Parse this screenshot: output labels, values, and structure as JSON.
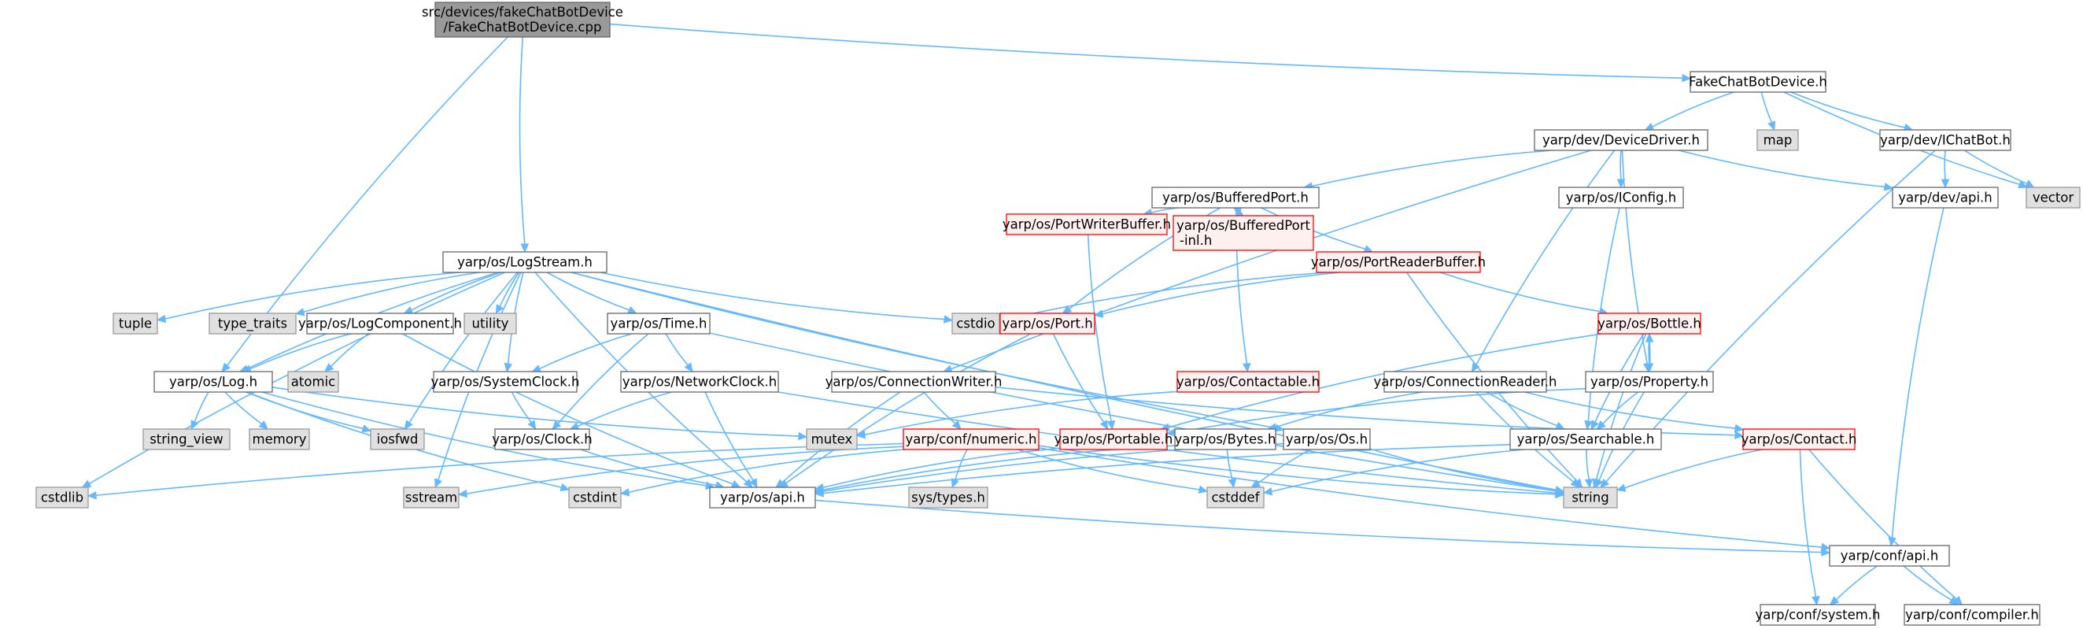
{
  "colors": {
    "edge": "#63b8ff",
    "root_fill": "#999999",
    "normal_fill": "#ffffff",
    "normal_stroke": "#666666",
    "system_fill": "#e0e0e0",
    "system_stroke": "#999999",
    "truncated_fill": "#fff0f0",
    "truncated_stroke": "#ff0000"
  },
  "nodes": {
    "root": {
      "kind": "root",
      "lines": [
        "src/devices/fakeChatBotDevice",
        "/FakeChatBotDevice.cpp"
      ]
    },
    "fcbd_h": {
      "kind": "normal",
      "lines": [
        "FakeChatBotDevice.h"
      ]
    },
    "devicedriver": {
      "kind": "normal",
      "lines": [
        "yarp/dev/DeviceDriver.h"
      ]
    },
    "map": {
      "kind": "system",
      "lines": [
        "map"
      ]
    },
    "ichatbot": {
      "kind": "normal",
      "lines": [
        "yarp/dev/IChatBot.h"
      ]
    },
    "vector": {
      "kind": "system",
      "lines": [
        "vector"
      ]
    },
    "bufferedport": {
      "kind": "normal",
      "lines": [
        "yarp/os/BufferedPort.h"
      ]
    },
    "iconfig": {
      "kind": "normal",
      "lines": [
        "yarp/os/IConfig.h"
      ]
    },
    "devapi": {
      "kind": "normal",
      "lines": [
        "yarp/dev/api.h"
      ]
    },
    "logstream": {
      "kind": "normal",
      "lines": [
        "yarp/os/LogStream.h"
      ]
    },
    "portwriterbuffer": {
      "kind": "truncated",
      "lines": [
        "yarp/os/PortWriterBuffer.h"
      ]
    },
    "bufferedportinl": {
      "kind": "truncated",
      "lines": [
        "yarp/os/BufferedPort",
        "-inl.h"
      ]
    },
    "portreaderbuffer": {
      "kind": "truncated",
      "lines": [
        "yarp/os/PortReaderBuffer.h"
      ]
    },
    "tuple": {
      "kind": "system",
      "lines": [
        "tuple"
      ]
    },
    "type_traits": {
      "kind": "system",
      "lines": [
        "type_traits"
      ]
    },
    "logcomponent": {
      "kind": "normal",
      "lines": [
        "yarp/os/LogComponent.h"
      ]
    },
    "utility": {
      "kind": "system",
      "lines": [
        "utility"
      ]
    },
    "time": {
      "kind": "normal",
      "lines": [
        "yarp/os/Time.h"
      ]
    },
    "cstdio": {
      "kind": "system",
      "lines": [
        "cstdio"
      ]
    },
    "port": {
      "kind": "truncated",
      "lines": [
        "yarp/os/Port.h"
      ]
    },
    "bottle": {
      "kind": "truncated",
      "lines": [
        "yarp/os/Bottle.h"
      ]
    },
    "atomic": {
      "kind": "system",
      "lines": [
        "atomic"
      ]
    },
    "log": {
      "kind": "normal",
      "lines": [
        "yarp/os/Log.h"
      ]
    },
    "systemclock": {
      "kind": "normal",
      "lines": [
        "yarp/os/SystemClock.h"
      ]
    },
    "networkclock": {
      "kind": "normal",
      "lines": [
        "yarp/os/NetworkClock.h"
      ]
    },
    "connectionwriter": {
      "kind": "normal",
      "lines": [
        "yarp/os/ConnectionWriter.h"
      ]
    },
    "contactable": {
      "kind": "truncated",
      "lines": [
        "yarp/os/Contactable.h"
      ]
    },
    "connectionreader": {
      "kind": "normal",
      "lines": [
        "yarp/os/ConnectionReader.h"
      ]
    },
    "property": {
      "kind": "normal",
      "lines": [
        "yarp/os/Property.h"
      ]
    },
    "string_view": {
      "kind": "system",
      "lines": [
        "string_view"
      ]
    },
    "memory": {
      "kind": "system",
      "lines": [
        "memory"
      ]
    },
    "iosfwd": {
      "kind": "system",
      "lines": [
        "iosfwd"
      ]
    },
    "clock": {
      "kind": "normal",
      "lines": [
        "yarp/os/Clock.h"
      ]
    },
    "mutex": {
      "kind": "system",
      "lines": [
        "mutex"
      ]
    },
    "numeric": {
      "kind": "truncated",
      "lines": [
        "yarp/conf/numeric.h"
      ]
    },
    "portable": {
      "kind": "truncated",
      "lines": [
        "yarp/os/Portable.h"
      ]
    },
    "bytes": {
      "kind": "normal",
      "lines": [
        "yarp/os/Bytes.h"
      ]
    },
    "os": {
      "kind": "normal",
      "lines": [
        "yarp/os/Os.h"
      ]
    },
    "searchable": {
      "kind": "normal",
      "lines": [
        "yarp/os/Searchable.h"
      ]
    },
    "contact": {
      "kind": "truncated",
      "lines": [
        "yarp/os/Contact.h"
      ]
    },
    "cstdlib": {
      "kind": "system",
      "lines": [
        "cstdlib"
      ]
    },
    "sstream": {
      "kind": "system",
      "lines": [
        "sstream"
      ]
    },
    "cstdint": {
      "kind": "system",
      "lines": [
        "cstdint"
      ]
    },
    "osapi": {
      "kind": "normal",
      "lines": [
        "yarp/os/api.h"
      ]
    },
    "systypes": {
      "kind": "system",
      "lines": [
        "sys/types.h"
      ]
    },
    "cstddef": {
      "kind": "system",
      "lines": [
        "cstddef"
      ]
    },
    "string": {
      "kind": "system",
      "lines": [
        "string"
      ]
    },
    "confapi": {
      "kind": "normal",
      "lines": [
        "yarp/conf/api.h"
      ]
    },
    "system": {
      "kind": "normal",
      "lines": [
        "yarp/conf/system.h"
      ]
    },
    "compiler": {
      "kind": "normal",
      "lines": [
        "yarp/conf/compiler.h"
      ]
    }
  },
  "edges": [
    [
      "root",
      "fcbd_h"
    ],
    [
      "root",
      "logstream"
    ],
    [
      "root",
      "log"
    ],
    [
      "fcbd_h",
      "devicedriver"
    ],
    [
      "fcbd_h",
      "map"
    ],
    [
      "fcbd_h",
      "ichatbot"
    ],
    [
      "fcbd_h",
      "vector"
    ],
    [
      "devicedriver",
      "bufferedport"
    ],
    [
      "devicedriver",
      "iconfig"
    ],
    [
      "devicedriver",
      "devapi"
    ],
    [
      "devicedriver",
      "connectionwriter"
    ],
    [
      "devicedriver",
      "connectionreader"
    ],
    [
      "devicedriver",
      "property"
    ],
    [
      "ichatbot",
      "devapi"
    ],
    [
      "ichatbot",
      "vector"
    ],
    [
      "ichatbot",
      "string"
    ],
    [
      "devapi",
      "confapi"
    ],
    [
      "bufferedport",
      "portwriterbuffer"
    ],
    [
      "bufferedport",
      "bufferedportinl"
    ],
    [
      "bufferedport",
      "portreaderbuffer"
    ],
    [
      "bufferedport",
      "port"
    ],
    [
      "bufferedport",
      "contactable"
    ],
    [
      "bufferedportinl",
      "bufferedport"
    ],
    [
      "iconfig",
      "searchable"
    ],
    [
      "portwriterbuffer",
      "portable"
    ],
    [
      "portreaderbuffer",
      "cstdio"
    ],
    [
      "portreaderbuffer",
      "port"
    ],
    [
      "portreaderbuffer",
      "bottle"
    ],
    [
      "portreaderbuffer",
      "string"
    ],
    [
      "port",
      "osapi"
    ],
    [
      "port",
      "portable"
    ],
    [
      "bottle",
      "property"
    ],
    [
      "bottle",
      "searchable"
    ],
    [
      "bottle",
      "string"
    ],
    [
      "bottle",
      "portable"
    ],
    [
      "property",
      "bottle"
    ],
    [
      "property",
      "searchable"
    ],
    [
      "property",
      "string"
    ],
    [
      "property",
      "portable"
    ],
    [
      "contactable",
      "mutex"
    ],
    [
      "logstream",
      "tuple"
    ],
    [
      "logstream",
      "type_traits"
    ],
    [
      "logstream",
      "logcomponent"
    ],
    [
      "logstream",
      "utility"
    ],
    [
      "logstream",
      "time"
    ],
    [
      "logstream",
      "cstdio"
    ],
    [
      "logstream",
      "log"
    ],
    [
      "logstream",
      "systemclock"
    ],
    [
      "logstream",
      "iosfwd"
    ],
    [
      "logstream",
      "cstdlib"
    ],
    [
      "logstream",
      "sstream"
    ],
    [
      "logstream",
      "osapi"
    ],
    [
      "logstream",
      "os"
    ],
    [
      "logstream",
      "string"
    ],
    [
      "logcomponent",
      "atomic"
    ],
    [
      "logcomponent",
      "log"
    ],
    [
      "logcomponent",
      "osapi"
    ],
    [
      "time",
      "systemclock"
    ],
    [
      "time",
      "networkclock"
    ],
    [
      "time",
      "clock"
    ],
    [
      "time",
      "string"
    ],
    [
      "log",
      "string_view"
    ],
    [
      "log",
      "memory"
    ],
    [
      "log",
      "iosfwd"
    ],
    [
      "log",
      "mutex"
    ],
    [
      "log",
      "cstdint"
    ],
    [
      "log",
      "osapi"
    ],
    [
      "systemclock",
      "clock"
    ],
    [
      "networkclock",
      "clock"
    ],
    [
      "networkclock",
      "osapi"
    ],
    [
      "networkclock",
      "string"
    ],
    [
      "clock",
      "osapi"
    ],
    [
      "connectionwriter",
      "numeric"
    ],
    [
      "connectionwriter",
      "osapi"
    ],
    [
      "connectionwriter",
      "contact"
    ],
    [
      "connectionreader",
      "searchable"
    ],
    [
      "connectionreader",
      "contact"
    ],
    [
      "connectionreader",
      "bytes"
    ],
    [
      "connectionreader",
      "string"
    ],
    [
      "numeric",
      "cstdlib"
    ],
    [
      "numeric",
      "sstream"
    ],
    [
      "numeric",
      "cstdint"
    ],
    [
      "numeric",
      "systypes"
    ],
    [
      "numeric",
      "cstddef"
    ],
    [
      "numeric",
      "string"
    ],
    [
      "numeric",
      "confapi"
    ],
    [
      "portable",
      "osapi"
    ],
    [
      "bytes",
      "cstddef"
    ],
    [
      "bytes",
      "osapi"
    ],
    [
      "os",
      "cstddef"
    ],
    [
      "os",
      "osapi"
    ],
    [
      "os",
      "string"
    ],
    [
      "searchable",
      "string"
    ],
    [
      "searchable",
      "osapi"
    ],
    [
      "searchable",
      "cstddef"
    ],
    [
      "contact",
      "string"
    ],
    [
      "contact",
      "system"
    ],
    [
      "contact",
      "compiler"
    ],
    [
      "osapi",
      "confapi"
    ],
    [
      "confapi",
      "system"
    ],
    [
      "confapi",
      "compiler"
    ]
  ]
}
